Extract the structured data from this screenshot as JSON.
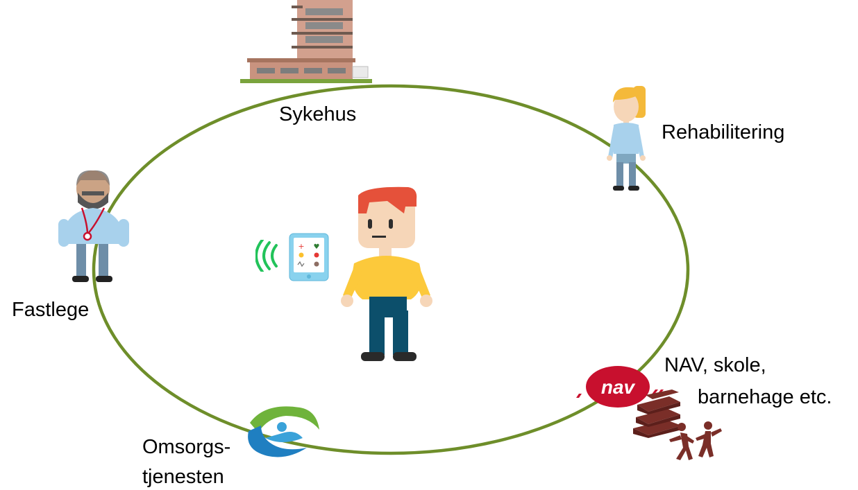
{
  "colors": {
    "ring": "#6e8e2a",
    "skin": "#f6d6b8",
    "nav_red": "#c8102e",
    "books_brown": "#7a2e28",
    "patient_shirt": "#fcc93b",
    "patient_pants": "#0c4f6b",
    "patient_hair": "#e5513a",
    "staff_shirt": "#a8d1ec"
  },
  "labels": {
    "hospital": "Sykehus",
    "rehab": "Rehabilitering",
    "gp": "Fastlege",
    "care_line1": "Omsorgs-",
    "care_line2": "tjenesten",
    "nav_line1": "NAV, skole,",
    "nav_line2": "barnehage etc.",
    "nav_logo": "nav"
  },
  "icons": {
    "hospital": "hospital-building-icon",
    "rehab": "rehab-therapist-icon",
    "gp": "general-practitioner-icon",
    "care": "caring-hands-icon",
    "nav": "nav-logo-icon",
    "books": "books-icon",
    "children": "playing-children-icon",
    "patient": "patient-figure-icon",
    "tablet": "health-tablet-icon",
    "signal": "wireless-signal-icon"
  }
}
